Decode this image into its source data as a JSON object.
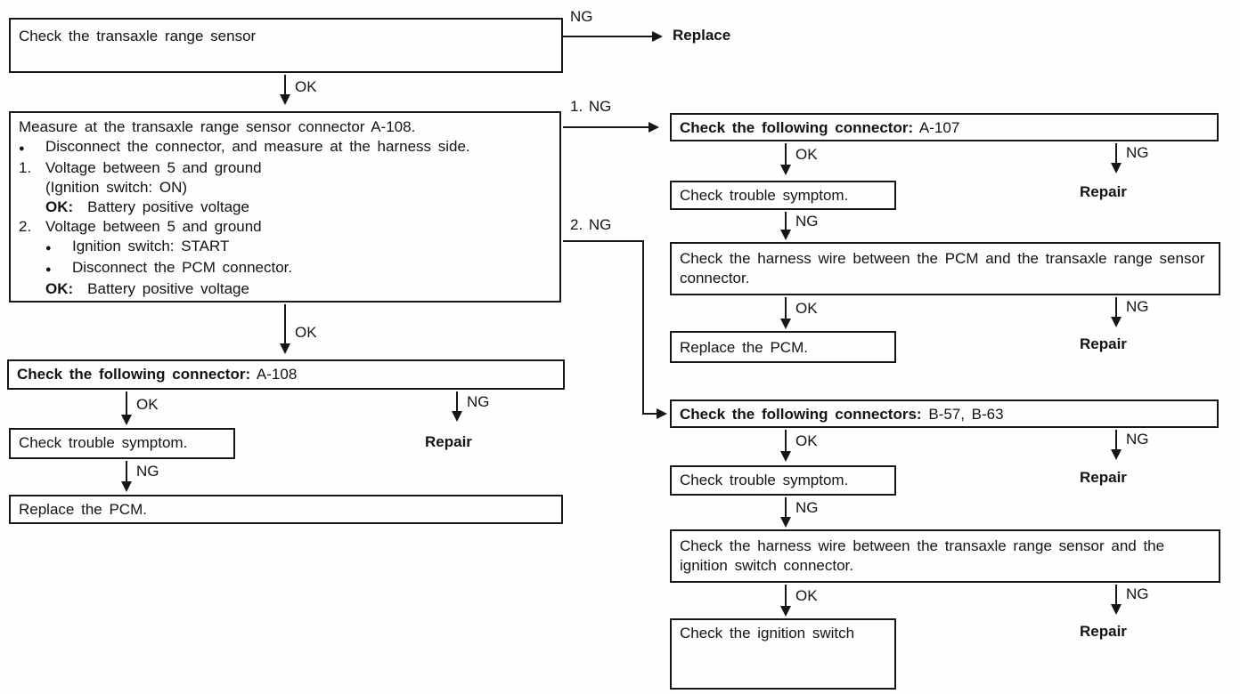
{
  "palette": {
    "ink": "#161616",
    "paper": "#fefefe"
  },
  "labels": {
    "ok": "OK",
    "ng": "NG",
    "ng_1": "1. NG",
    "ng_2": "2. NG",
    "repair": "Repair",
    "replace": "Replace"
  },
  "flow": {
    "check_sensor": "Check the transaxle range sensor",
    "measure": {
      "title": "Measure at the transaxle range sensor connector A-108.",
      "bullet_glyph": "●",
      "bullet_1": "Disconnect the connector, and measure at the harness side.",
      "step_1_no": "1.",
      "step_1": "Voltage between 5 and ground",
      "step_1_condition": "(Ignition switch: ON)",
      "ok_label": "OK:",
      "step_1_ok": "Battery positive voltage",
      "step_2_no": "2.",
      "step_2": "Voltage between 5 and ground",
      "step_2_bullet_1": "Ignition switch: START",
      "step_2_bullet_2": "Disconnect the PCM connector.",
      "step_2_ok": "Battery positive voltage"
    },
    "check_connector_a108_bold": "Check the following connector:",
    "check_connector_a108_rest": "A-108",
    "check_trouble_symptom_left": "Check trouble symptom.",
    "replace_pcm_left": "Replace the PCM.",
    "check_connector_a107_bold": "Check the following connector:",
    "check_connector_a107_rest": "A-107",
    "check_trouble_symptom_a107": "Check trouble symptom.",
    "harness_pcm": "Check the harness wire between the PCM and the transaxle range sensor connector.",
    "replace_pcm_right": "Replace the PCM.",
    "check_connectors_b_bold": "Check the following connectors:",
    "check_connectors_b_rest": "B-57, B-63",
    "check_trouble_symptom_b": "Check trouble symptom.",
    "harness_ignition": "Check the harness wire between the transaxle range sensor and the ignition switch connector.",
    "check_ignition_switch": "Check the ignition switch"
  }
}
